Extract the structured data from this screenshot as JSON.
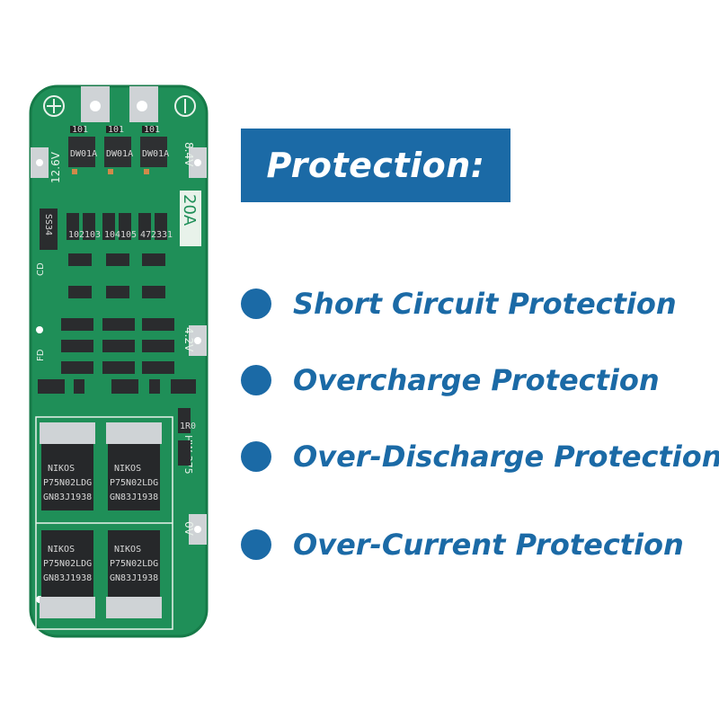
{
  "colors": {
    "accent": "#1b6aa6",
    "pcb_green": "#1f8f58",
    "pcb_dark": "#0f6b3c",
    "pad_silver": "#cfd3d6",
    "mosfet_black": "#26282a",
    "background": "#ffffff"
  },
  "banner": {
    "title": "Protection:"
  },
  "features": [
    {
      "label": "Short Circuit Protection"
    },
    {
      "label": "Overcharge Protection"
    },
    {
      "label": "Over-Discharge Protection"
    },
    {
      "label": "Over-Current Protection"
    }
  ],
  "board": {
    "voltage_top_left": "12.6V",
    "voltage_top_right": "8.4V",
    "current_rating": "20A",
    "voltage_mid_right": "4.2V",
    "model": "HW-375",
    "ground": "0V",
    "label_cd": "CD",
    "label_fd": "FD",
    "diode_marking": "SS34",
    "ic_markings": [
      "DW01A",
      "DW01A",
      "DW01A"
    ],
    "resistor_markings": [
      "101",
      "101",
      "101",
      "102",
      "103",
      "104",
      "105",
      "472",
      "331",
      "1R0"
    ],
    "mosfet_markings": [
      {
        "line1": "NIKOS",
        "line2": "P75N02LDG",
        "line3": "GN83J1938"
      },
      {
        "line1": "NIKOS",
        "line2": "P75N02LDG",
        "line3": "GN83J1938"
      },
      {
        "line1": "NIKOS",
        "line2": "P75N02LDG",
        "line3": "GN83J1938"
      },
      {
        "line1": "NIKOS",
        "line2": "P75N02LDG",
        "line3": "GN83J1938"
      }
    ]
  }
}
